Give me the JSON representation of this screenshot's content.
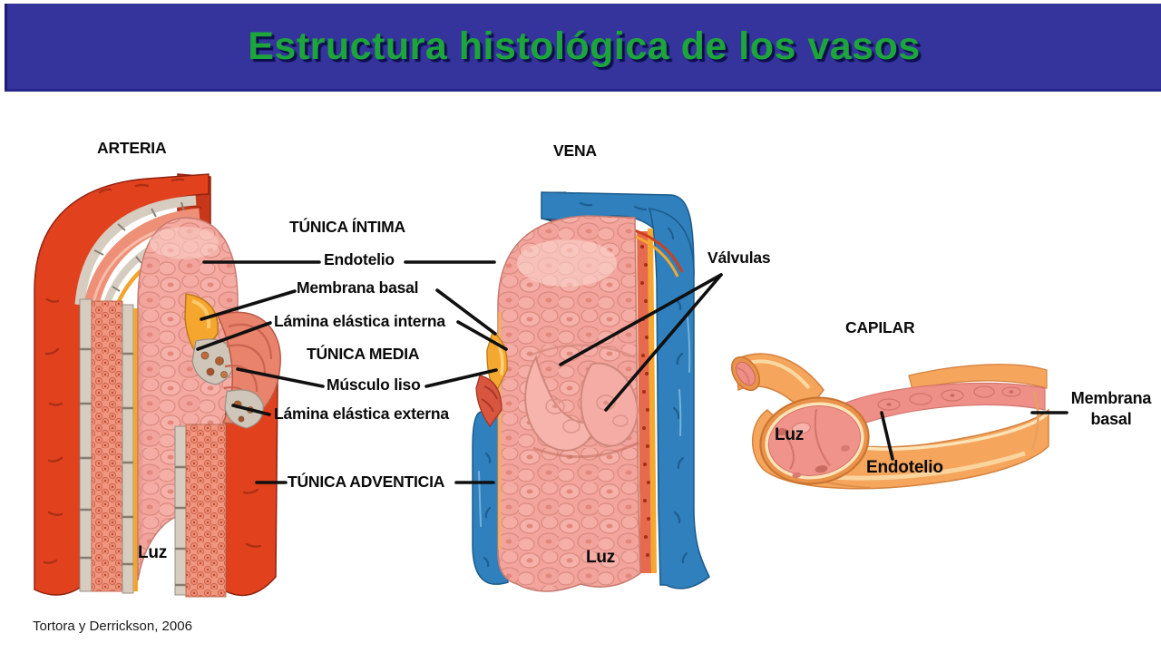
{
  "banner": {
    "title": "Estructura histológica de los vasos",
    "background_color": "#34349C",
    "title_color": "#1CA53B"
  },
  "labels": {
    "tunica_intima": "TÚNICA ÍNTIMA",
    "endotelio": "Endotelio",
    "membrana_basal": "Membrana basal",
    "lamina_elastica_interna": "Lámina elástica interna",
    "tunica_media": "TÚNICA MEDIA",
    "musculo_liso": "Músculo liso",
    "lamina_elastica_externa": "Lámina elástica externa",
    "tunica_adventicia": "TÚNICA ADVENTICIA"
  },
  "diagrams": {
    "arteria": {
      "heading": "ARTERIA",
      "luz_label": "Luz"
    },
    "vena": {
      "heading": "VENA",
      "valvulas_label": "Válvulas",
      "luz_label": "Luz"
    },
    "capilar": {
      "heading": "CAPILAR",
      "luz_label": "Luz",
      "endotelio_label": "Endotelio",
      "membrana_basal_label": "Membrana basal"
    }
  },
  "attribution": "Tortora y Derrickson, 2006",
  "colors": {
    "artery_red": "#E2411E",
    "vein_blue": "#2F80BC",
    "capillary_orange": "#F5A55C",
    "elastic_lamina_orange": "#F5A82F",
    "tissue_pink": "#F3A49D",
    "basal_gray": "#D6CCBF",
    "leader_line_black": "#101010"
  }
}
